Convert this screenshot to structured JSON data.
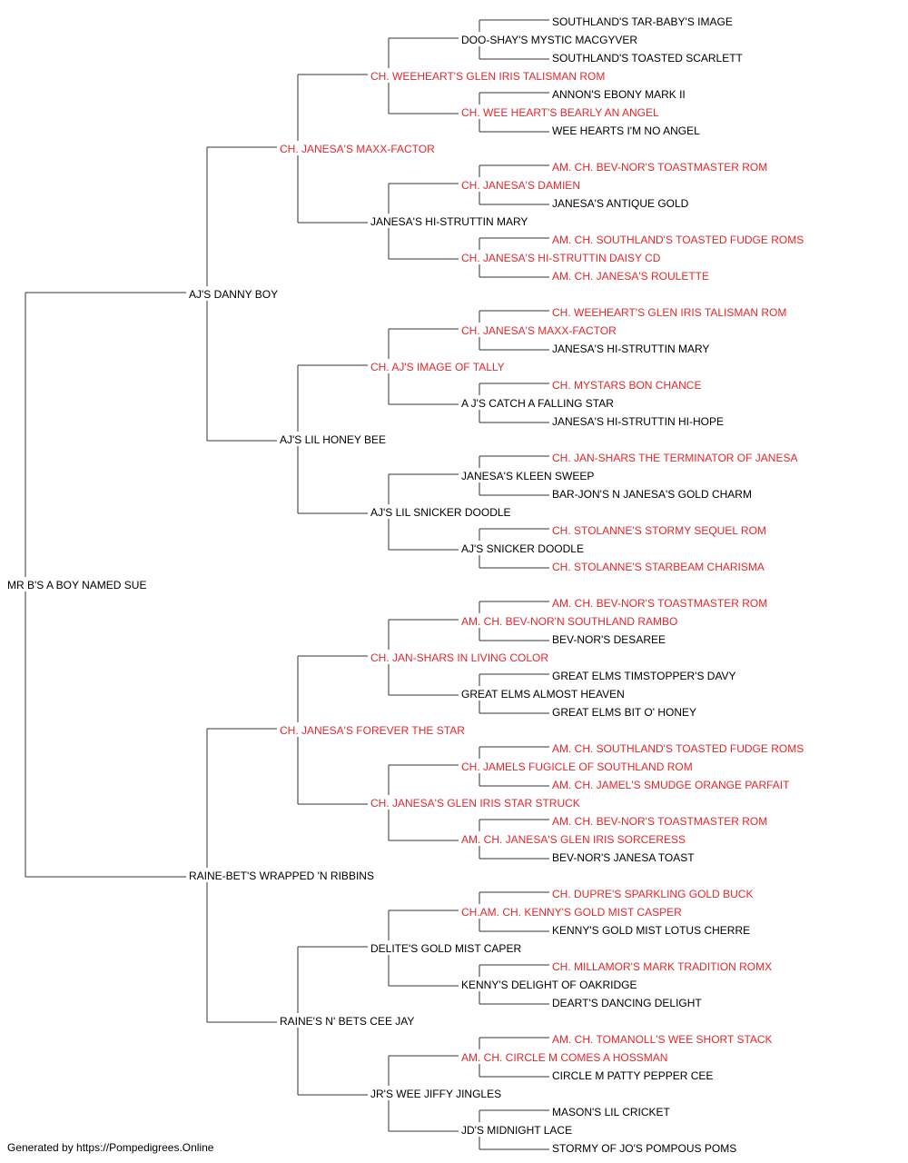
{
  "colors": {
    "titled": "#e8262a",
    "plain": "#000000",
    "line": "#333333"
  },
  "pedigree": {
    "name": "MR B'S A BOY NAMED SUE",
    "titled": false,
    "sire": {
      "name": "AJ'S DANNY BOY",
      "titled": false,
      "sire": {
        "name": "CH. JANESA'S MAXX-FACTOR",
        "titled": true,
        "sire": {
          "name": "CH. WEEHEART'S GLEN IRIS TALISMAN ROM",
          "titled": true,
          "sire": {
            "name": "DOO-SHAY'S MYSTIC MACGYVER",
            "titled": false,
            "sire": {
              "name": "SOUTHLAND'S TAR-BABY'S IMAGE",
              "titled": false
            },
            "dam": {
              "name": "SOUTHLAND'S TOASTED SCARLETT",
              "titled": false
            }
          },
          "dam": {
            "name": "CH. WEE HEART'S BEARLY AN ANGEL",
            "titled": true,
            "sire": {
              "name": "ANNON'S EBONY MARK II",
              "titled": false
            },
            "dam": {
              "name": "WEE HEARTS I'M NO ANGEL",
              "titled": false
            }
          }
        },
        "dam": {
          "name": "JANESA'S HI-STRUTTIN MARY",
          "titled": false,
          "sire": {
            "name": "CH. JANESA'S DAMIEN",
            "titled": true,
            "sire": {
              "name": "AM. CH. BEV-NOR'S TOASTMASTER ROM",
              "titled": true
            },
            "dam": {
              "name": "JANESA'S ANTIQUE GOLD",
              "titled": false
            }
          },
          "dam": {
            "name": "CH. JANESA'S HI-STRUTTIN DAISY CD",
            "titled": true,
            "sire": {
              "name": "AM. CH. SOUTHLAND'S TOASTED FUDGE ROMS",
              "titled": true
            },
            "dam": {
              "name": "AM. CH. JANESA'S ROULETTE",
              "titled": true
            }
          }
        }
      },
      "dam": {
        "name": "AJ'S LIL HONEY BEE",
        "titled": false,
        "sire": {
          "name": "CH. AJ'S IMAGE OF TALLY",
          "titled": true,
          "sire": {
            "name": "CH. JANESA'S MAXX-FACTOR",
            "titled": true,
            "sire": {
              "name": "CH. WEEHEART'S GLEN IRIS TALISMAN ROM",
              "titled": true
            },
            "dam": {
              "name": "JANESA'S HI-STRUTTIN MARY",
              "titled": false
            }
          },
          "dam": {
            "name": "A J'S CATCH A FALLING STAR",
            "titled": false,
            "sire": {
              "name": "CH. MYSTARS BON CHANCE",
              "titled": true
            },
            "dam": {
              "name": "JANESA'S HI-STRUTTIN HI-HOPE",
              "titled": false
            }
          }
        },
        "dam": {
          "name": "AJ'S LIL SNICKER DOODLE",
          "titled": false,
          "sire": {
            "name": "JANESA'S KLEEN SWEEP",
            "titled": false,
            "sire": {
              "name": "CH. JAN-SHARS THE TERMINATOR OF JANESA",
              "titled": true
            },
            "dam": {
              "name": "BAR-JON'S N JANESA'S GOLD CHARM",
              "titled": false
            }
          },
          "dam": {
            "name": "AJ'S SNICKER DOODLE",
            "titled": false,
            "sire": {
              "name": "CH. STOLANNE'S STORMY SEQUEL ROM",
              "titled": true
            },
            "dam": {
              "name": "CH. STOLANNE'S STARBEAM CHARISMA",
              "titled": true
            }
          }
        }
      }
    },
    "dam": {
      "name": "RAINE-BET'S WRAPPED 'N RIBBINS",
      "titled": false,
      "sire": {
        "name": "CH. JANESA'S FOREVER THE STAR",
        "titled": true,
        "sire": {
          "name": "CH. JAN-SHARS IN LIVING COLOR",
          "titled": true,
          "sire": {
            "name": "AM. CH. BEV-NOR'N SOUTHLAND RAMBO",
            "titled": true,
            "sire": {
              "name": "AM. CH. BEV-NOR'S TOASTMASTER ROM",
              "titled": true
            },
            "dam": {
              "name": "BEV-NOR'S DESAREE",
              "titled": false
            }
          },
          "dam": {
            "name": "GREAT ELMS ALMOST HEAVEN",
            "titled": false,
            "sire": {
              "name": "GREAT ELMS TIMSTOPPER'S DAVY",
              "titled": false
            },
            "dam": {
              "name": "GREAT ELMS BIT O' HONEY",
              "titled": false
            }
          }
        },
        "dam": {
          "name": "CH. JANESA'S GLEN IRIS STAR STRUCK",
          "titled": true,
          "sire": {
            "name": "CH. JAMELS FUGICLE OF SOUTHLAND ROM",
            "titled": true,
            "sire": {
              "name": "AM. CH. SOUTHLAND'S TOASTED FUDGE ROMS",
              "titled": true
            },
            "dam": {
              "name": "AM. CH. JAMEL'S SMUDGE ORANGE PARFAIT",
              "titled": true
            }
          },
          "dam": {
            "name": "AM. CH. JANESA'S GLEN IRIS SORCERESS",
            "titled": true,
            "sire": {
              "name": "AM. CH. BEV-NOR'S TOASTMASTER ROM",
              "titled": true
            },
            "dam": {
              "name": "BEV-NOR'S JANESA TOAST",
              "titled": false
            }
          }
        }
      },
      "dam": {
        "name": "RAINE'S N' BETS CEE JAY",
        "titled": false,
        "sire": {
          "name": "DELITE'S GOLD MIST CAPER",
          "titled": false,
          "sire": {
            "name": "CH.AM. CH. KENNY'S GOLD MIST CASPER",
            "titled": true,
            "sire": {
              "name": "CH. DUPRE'S SPARKLING GOLD BUCK",
              "titled": true
            },
            "dam": {
              "name": "KENNY'S GOLD MIST LOTUS CHERRE",
              "titled": false
            }
          },
          "dam": {
            "name": "KENNY'S DELIGHT OF OAKRIDGE",
            "titled": false,
            "sire": {
              "name": "CH. MILLAMOR'S MARK TRADITION ROMX",
              "titled": true
            },
            "dam": {
              "name": "DEART'S DANCING DELIGHT",
              "titled": false
            }
          }
        },
        "dam": {
          "name": "JR'S WEE JIFFY JINGLES",
          "titled": false,
          "sire": {
            "name": "AM. CH. CIRCLE M COMES A HOSSMAN",
            "titled": true,
            "sire": {
              "name": "AM. CH. TOMANOLL'S WEE SHORT STACK",
              "titled": true
            },
            "dam": {
              "name": "CIRCLE M PATTY PEPPER CEE",
              "titled": false
            }
          },
          "dam": {
            "name": "JD'S MIDNIGHT LACE",
            "titled": false,
            "sire": {
              "name": "MASON'S LIL CRICKET",
              "titled": false
            },
            "dam": {
              "name": "STORMY OF JO'S POMPOUS POMS",
              "titled": false
            }
          }
        }
      }
    }
  },
  "footer": {
    "text": "Generated by https://Pompedigrees.Online"
  }
}
